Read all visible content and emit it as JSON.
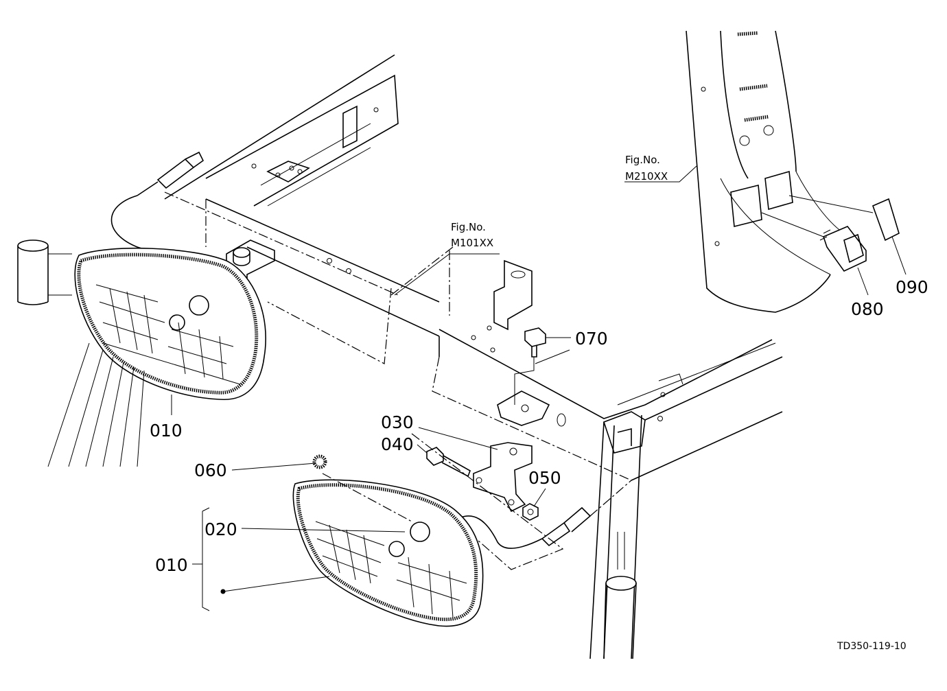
{
  "drawing": {
    "drawing_number": "TD350-119-10"
  },
  "figure_refs": [
    {
      "id": "ref_m210",
      "line1": "Fig.No.",
      "line2": "M210XX"
    },
    {
      "id": "ref_m101",
      "line1": "Fig.No.",
      "line2": "M101XX"
    }
  ],
  "callouts": {
    "p010_upper": "010",
    "p010_lower": "010",
    "p020": "020",
    "p030": "030",
    "p040": "040",
    "p050": "050",
    "p060": "060",
    "p070": "070",
    "p080": "080",
    "p090": "090"
  }
}
